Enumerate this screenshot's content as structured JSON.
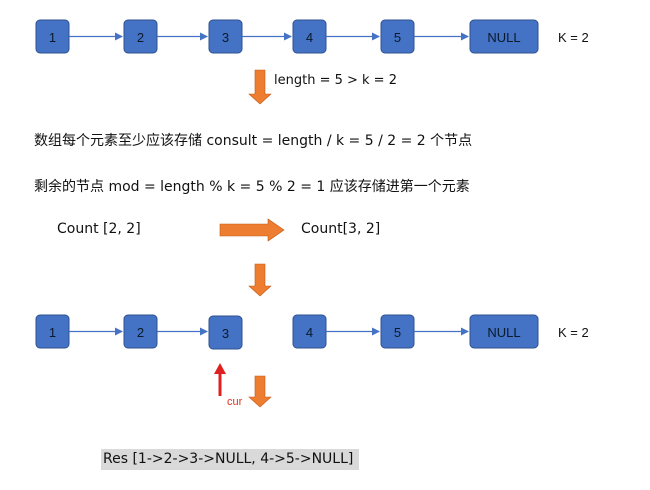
{
  "row1": {
    "nodes": [
      "1",
      "2",
      "3",
      "4",
      "5"
    ],
    "null_label": "NULL",
    "k_label": "K = 2"
  },
  "step_label": "length = 5 >  k = 2",
  "line_consult": "数组每个元素至少应该存储 consult = length / k = 5 / 2 = 2 个节点",
  "line_mod": "剩余的节点 mod = length % k = 5 % 2 = 1 应该存储进第一个元素",
  "count_before": "Count [2,  2]",
  "count_after": "Count[3, 2]",
  "row2": {
    "nodes": [
      "1",
      "2",
      "3",
      "4",
      "5"
    ],
    "null_label": "NULL",
    "k_label": "K = 2"
  },
  "cur_label": "cur",
  "result": "Res [1->2->3->NULL, 4->5->NULL]",
  "colors": {
    "node_fill": "#4472c4",
    "node_stroke": "#2f528f",
    "arrow_blue": "#4472c4",
    "arrow_orange": "#ed7d31",
    "arrow_red": "#e02020",
    "result_bg": "#d9d9d9"
  }
}
